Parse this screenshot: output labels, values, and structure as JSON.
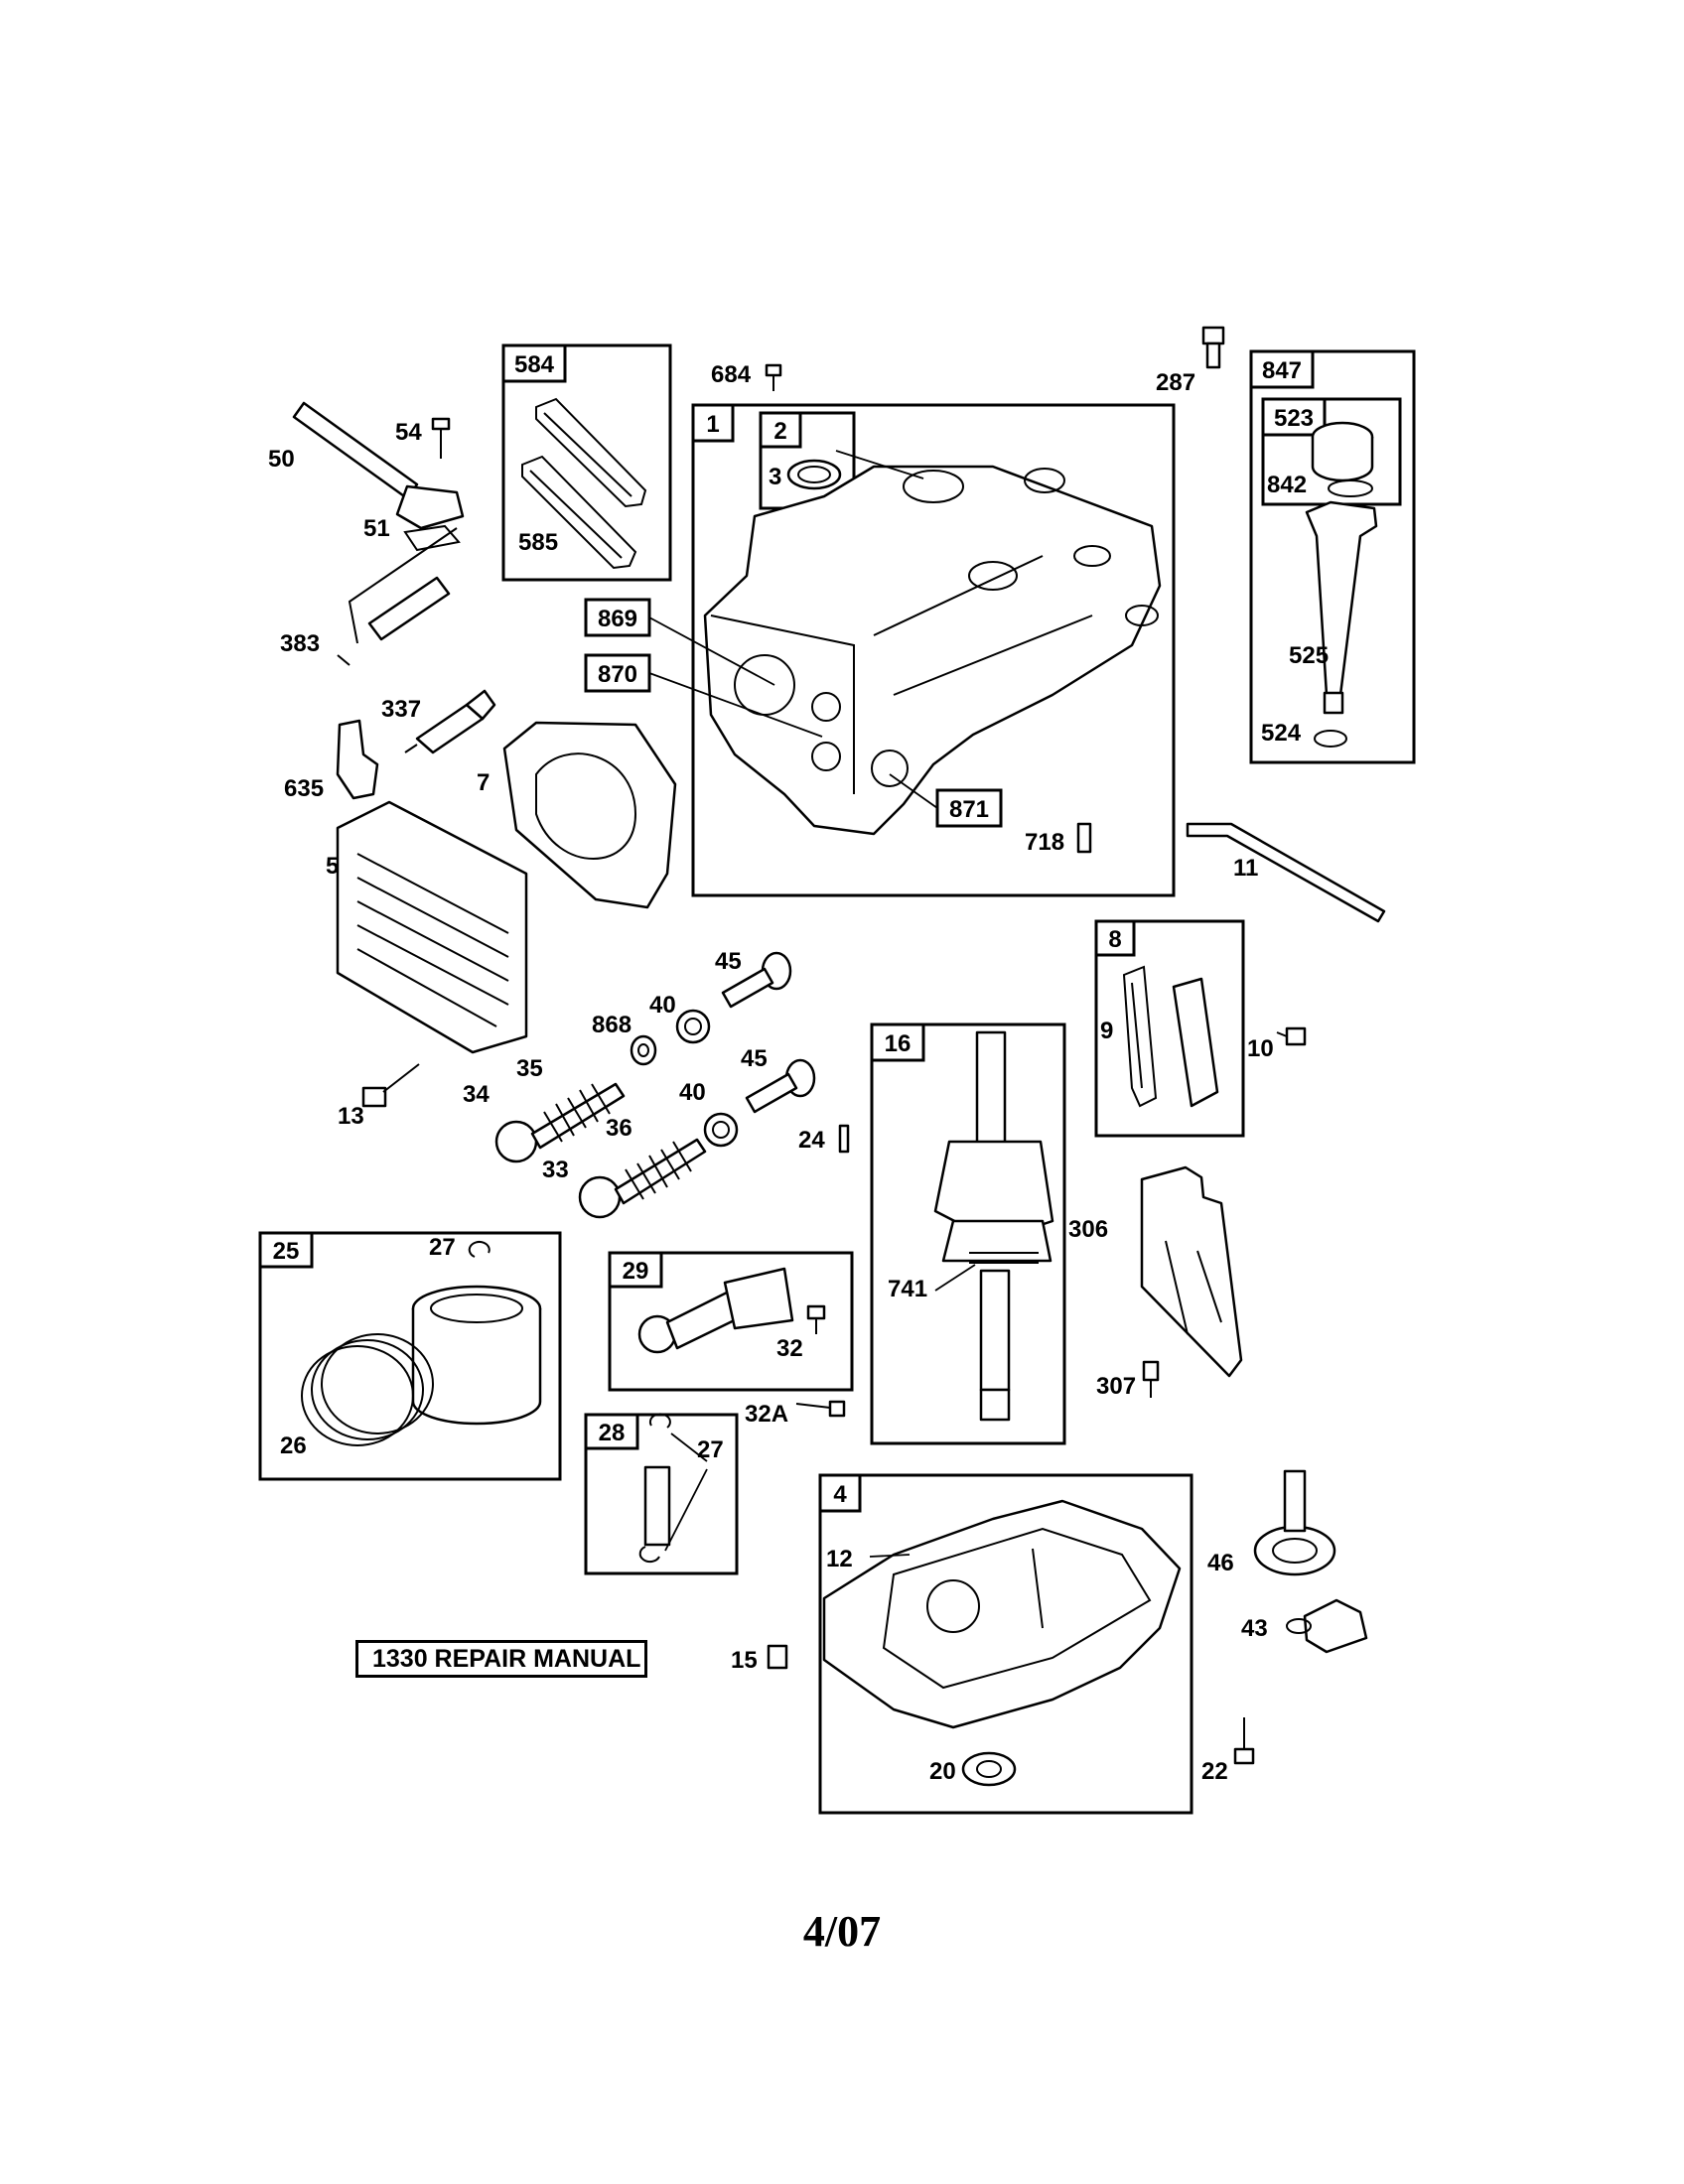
{
  "manual_label": "1330 REPAIR MANUAL",
  "footer_date": "4/07",
  "kits": {
    "584": "584",
    "1": "1",
    "2": "2",
    "847": "847",
    "523": "523",
    "8": "8",
    "16": "16",
    "25": "25",
    "29": "29",
    "28": "28",
    "4": "4"
  },
  "callouts": {
    "869": "869",
    "870": "870",
    "871": "871"
  },
  "labels": {
    "684": "684",
    "287": "287",
    "54": "54",
    "50": "50",
    "51": "51",
    "585": "585",
    "3": "3",
    "842": "842",
    "383": "383",
    "337": "337",
    "635": "635",
    "7": "7",
    "525": "525",
    "524": "524",
    "718": "718",
    "11": "11",
    "5": "5",
    "45a": "45",
    "40a": "40",
    "868": "868",
    "9": "9",
    "10": "10",
    "45b": "45",
    "40b": "40",
    "13": "13",
    "35": "35",
    "34": "34",
    "36": "36",
    "24": "24",
    "33": "33",
    "306": "306",
    "27a": "27",
    "741": "741",
    "32": "32",
    "307": "307",
    "26": "26",
    "32A": "32A",
    "27b": "27",
    "12": "12",
    "46": "46",
    "43": "43",
    "15": "15",
    "20": "20",
    "22": "22"
  }
}
